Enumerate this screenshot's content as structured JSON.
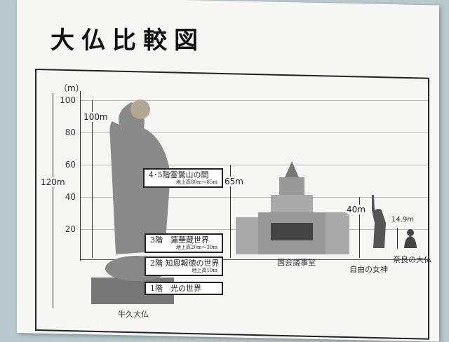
{
  "title": "大仏比較図",
  "y_axis": {
    "unit": "（m）",
    "ticks": [
      "100",
      "80",
      "60",
      "40",
      "20"
    ]
  },
  "heights": {
    "total": "120m",
    "buddha_body": "100m",
    "diet": "65m",
    "liberty": "40m",
    "nara": "14.9m"
  },
  "floors": [
    {
      "label": "4･5階霊鷲山の間",
      "sub": "地上高80m～85m"
    },
    {
      "label": "3階　蓮華蔵世界",
      "sub": "地上高20m～30m"
    },
    {
      "label": "2階 知恩報徳の世界",
      "sub": "地上高10m"
    },
    {
      "label": "1階　光の世界",
      "sub": ""
    }
  ],
  "captions": {
    "ushiku": "牛久大仏",
    "diet": "国会議事堂",
    "liberty": "自由の女神",
    "nara": "奈良の大仏"
  }
}
